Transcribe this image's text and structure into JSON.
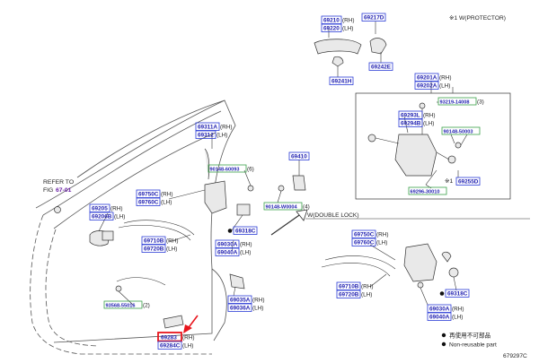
{
  "labels": {
    "p69210": "69210",
    "p69220": "69220",
    "p69217D": "69217D",
    "p69242E": "69242E",
    "p69241H": "69241H",
    "p69201A": "69201A",
    "p69202A": "69202A",
    "p93219": "93219-14008",
    "p69293L": "69293L",
    "p69294B": "69294B",
    "p90148_50003": "90148-50003",
    "p69255D": "69255D",
    "p69296": "69296-30010",
    "p69311A": "69311A",
    "p69312": "69312",
    "p90148_60093": "90148-60093",
    "p69410": "69410",
    "p90148_W": "90148-W0004",
    "p69205": "69205",
    "p69206B": "69206B",
    "p69750C": "69750C",
    "p69760C": "69760C",
    "p69710B": "69710B",
    "p69720B": "69720B",
    "p69318C": "69318C",
    "p69030A": "69030A",
    "p69040A": "69040A",
    "p93568": "93568-55016",
    "p69035A": "69035A",
    "p69036A": "69036A",
    "p69283": "69283",
    "p69284C": "69284C",
    "p69750C_2": "69750C",
    "p69760C_2": "69760C",
    "p69710B_2": "69710B",
    "p69720B_2": "69720B",
    "p69318C_2": "69318C",
    "p69030A_2": "69030A",
    "p69040A_2": "69040A"
  },
  "suffix": {
    "rh": "(RH)",
    "lh": "(LH)",
    "q3": "(3)",
    "q2": "(2)",
    "q4": "(4)",
    "q6": "(6)"
  },
  "notes": {
    "protector": "※1 W(PROTECTOR)",
    "star1": "※1",
    "double_lock": "W(DOUBLE LOCK)",
    "refer_to": "REFER TO",
    "fig_prefix": "FIG",
    "fig_ref": "67-01",
    "legend_jp": "再使用不可部品",
    "legend_en": "Non-reusable part",
    "figure_code": "679297C"
  },
  "highlight_color": "#e8141c",
  "label_color": "#1f1fb0",
  "label_border": "#2a3bd6",
  "green_border": "#3aa14a"
}
